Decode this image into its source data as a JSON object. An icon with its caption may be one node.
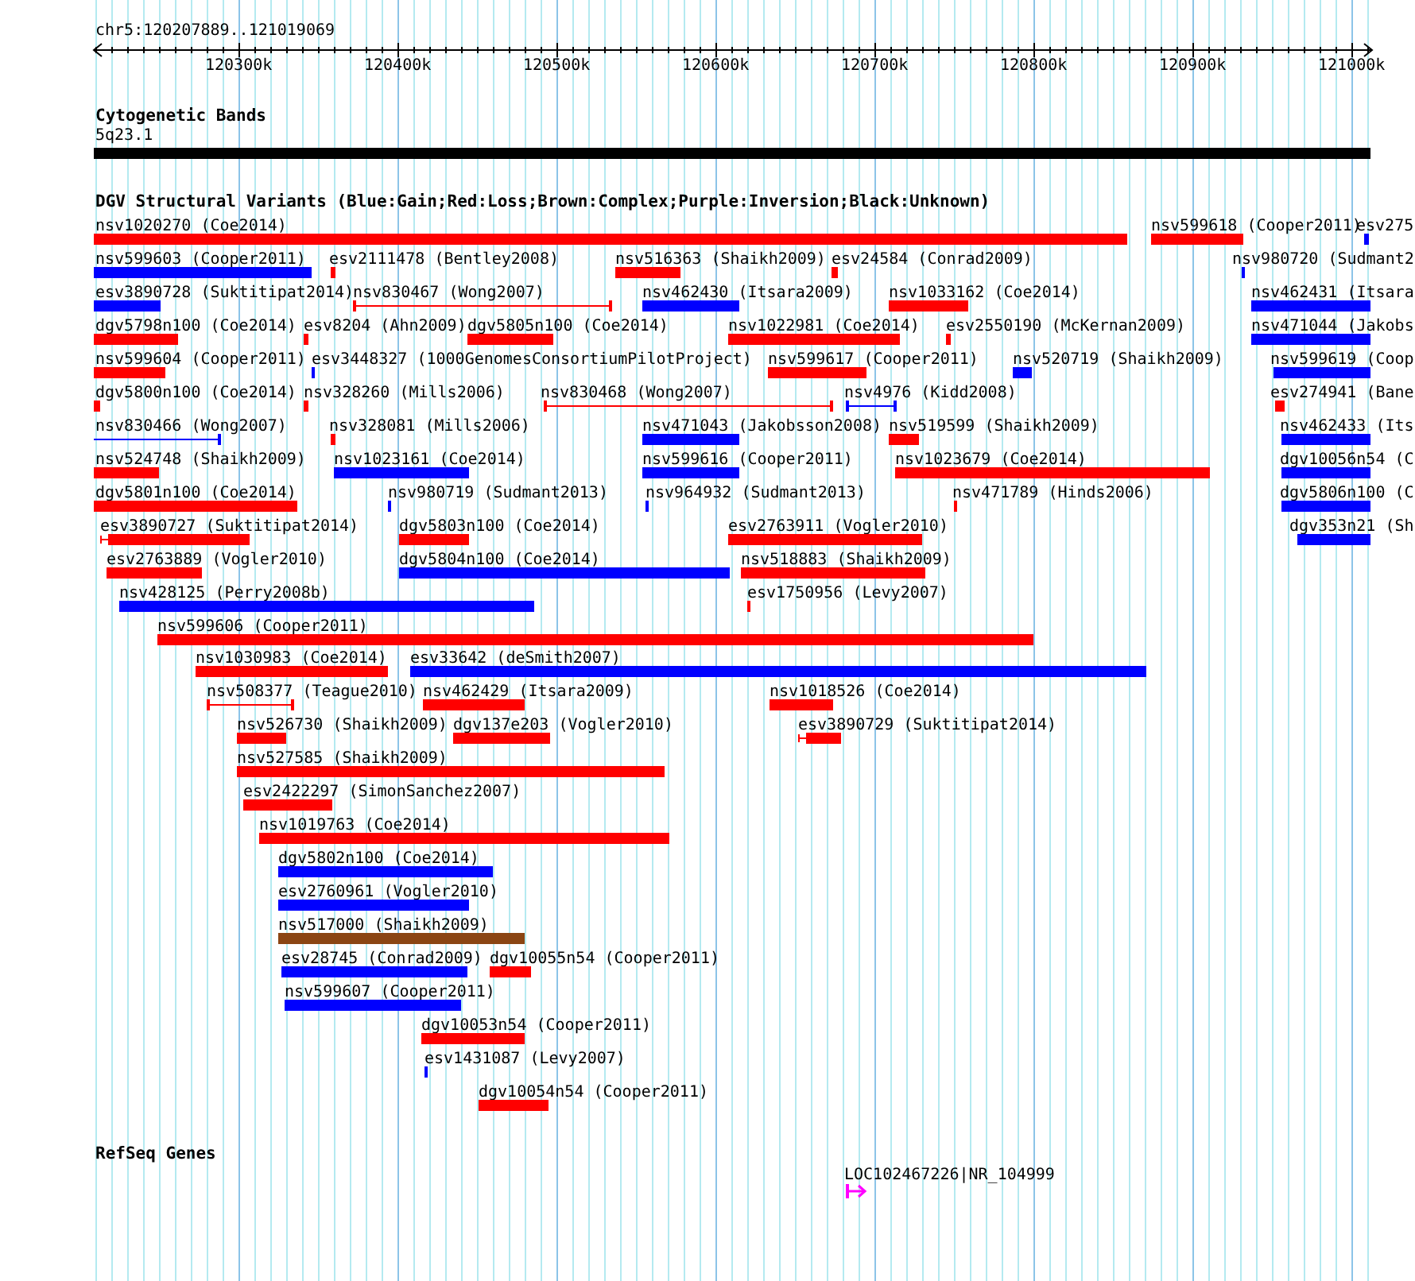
{
  "diagram": {
    "nodes": [
      {
        "text": [
          "5q23.1"
        ]
      },
      {
        "text": [
          "nsv1020270 (Coe2014)"
        ]
      },
      {
        "text": [
          "nsv599618 (Cooper2011)"
        ]
      },
      {
        "text": [
          "esv275"
        ]
      },
      {
        "text": [
          "nsv599603 (Cooper2011)"
        ]
      },
      {
        "text": [
          "esv2111478 (Bentley2008)"
        ]
      },
      {
        "text": [
          "nsv516363 (Shaikh2009)"
        ]
      },
      {
        "text": [
          "esv24584 (Conrad2009)"
        ]
      },
      {
        "text": [
          "nsv980720 (Sudmant2"
        ]
      },
      {
        "text": [
          "esv3890728 (Suktitipat2014)"
        ]
      },
      {
        "text": [
          "nsv830467 (Wong2007)"
        ]
      },
      {
        "text": [
          "nsv462430 (Itsara2009)"
        ]
      },
      {
        "text": [
          "nsv1033162 (Coe2014)"
        ]
      },
      {
        "text": [
          "nsv462431 (Itsara"
        ]
      },
      {
        "text": [
          "dgv5798n100 (Coe2014)"
        ]
      },
      {
        "text": [
          "esv8204 (Ahn2009)"
        ]
      },
      {
        "text": [
          "dgv5805n100 (Coe2014)"
        ]
      },
      {
        "text": [
          "nsv1022981 (Coe2014)"
        ]
      },
      {
        "text": [
          "esv2550190 (McKernan2009)"
        ]
      },
      {
        "text": [
          "nsv471044 (Jakobs"
        ]
      },
      {
        "text": [
          "nsv599604 (Cooper2011)"
        ]
      },
      {
        "text": [
          "esv3448327 (1000GenomesConsortiumPilotProject)"
        ]
      },
      {
        "text": [
          "nsv599617 (Cooper2011)"
        ]
      },
      {
        "text": [
          "nsv520719 (Shaikh2009)"
        ]
      },
      {
        "text": [
          "nsv599619 (Coop"
        ]
      },
      {
        "text": [
          "dgv5800n100 (Coe2014)"
        ]
      },
      {
        "text": [
          "nsv328260 (Mills2006)"
        ]
      },
      {
        "text": [
          "nsv830468 (Wong2007)"
        ]
      },
      {
        "text": [
          "nsv4976 (Kidd2008)"
        ]
      },
      {
        "text": [
          "esv274941 (Bane"
        ]
      },
      {
        "text": [
          "nsv830466 (Wong2007)"
        ]
      },
      {
        "text": [
          "nsv328081 (Mills2006)"
        ]
      },
      {
        "text": [
          "nsv471043 (Jakobsson2008)"
        ]
      },
      {
        "text": [
          "nsv519599 (Shaikh2009)"
        ]
      },
      {
        "text": [
          "nsv462433 (Its"
        ]
      },
      {
        "text": [
          "nsv524748 (Shaikh2009)"
        ]
      },
      {
        "text": [
          "nsv1023161 (Coe2014)"
        ]
      },
      {
        "text": [
          "nsv599616 (Cooper2011)"
        ]
      },
      {
        "text": [
          "nsv1023679 (Coe2014)"
        ]
      },
      {
        "text": [
          "dgv10056n54 (C"
        ]
      },
      {
        "text": [
          "dgv5801n100 (Coe2014)"
        ]
      },
      {
        "text": [
          "nsv980719 (Sudmant2013)"
        ]
      },
      {
        "text": [
          "nsv964932 (Sudmant2013)"
        ]
      },
      {
        "text": [
          "nsv471789 (Hinds2006)"
        ]
      },
      {
        "text": [
          "dgv5806n100 (C"
        ]
      },
      {
        "text": [
          "esv3890727 (Suktitipat2014)"
        ]
      },
      {
        "text": [
          "dgv5803n100 (Coe2014)"
        ]
      },
      {
        "text": [
          "esv2763911 (Vogler2010)"
        ]
      },
      {
        "text": [
          "dgv353n21 (Sh"
        ]
      },
      {
        "text": [
          "esv2763889 (Vogler2010)"
        ]
      },
      {
        "text": [
          "dgv5804n100 (Coe2014)"
        ]
      },
      {
        "text": [
          "nsv518883 (Shaikh2009)"
        ]
      },
      {
        "text": [
          "nsv428125 (Perry2008b)"
        ]
      },
      {
        "text": [
          "esv1750956 (Levy2007)"
        ]
      },
      {
        "text": [
          "nsv599606 (Cooper2011)"
        ]
      },
      {
        "text": [
          "nsv1030983 (Coe2014)"
        ]
      },
      {
        "text": [
          "esv33642 (deSmith2007)"
        ]
      },
      {
        "text": [
          "nsv508377 (Teague2010)"
        ]
      },
      {
        "text": [
          "nsv462429 (Itsara2009)"
        ]
      },
      {
        "text": [
          "nsv1018526 (Coe2014)"
        ]
      },
      {
        "text": [
          "nsv526730 (Shaikh2009)"
        ]
      },
      {
        "text": [
          "dgv137e203 (Vogler2010)"
        ]
      },
      {
        "text": [
          "esv3890729 (Suktitipat2014)"
        ]
      },
      {
        "text": [
          "nsv527585 (Shaikh2009)"
        ]
      },
      {
        "text": [
          "esv2422297 (SimonSanchez2007)"
        ]
      },
      {
        "text": [
          "nsv1019763 (Coe2014)"
        ]
      },
      {
        "text": [
          "dgv5802n100 (Coe2014)"
        ]
      },
      {
        "text": [
          "esv2760961 (Vogler2010)"
        ]
      },
      {
        "text": [
          "nsv517000 (Shaikh2009)"
        ]
      },
      {
        "text": [
          "esv28745 (Conrad2009)"
        ]
      },
      {
        "text": [
          "dgv10055n54 (Cooper2011)"
        ]
      },
      {
        "text": [
          "nsv599607 (Cooper2011)"
        ]
      },
      {
        "text": [
          "dgv10053n54 (Cooper2011)"
        ]
      },
      {
        "text": [
          "esv1431087 (Levy2007)"
        ]
      },
      {
        "text": [
          "dgv10054n54 (Cooper2011)"
        ]
      },
      {
        "text": [
          "LOC102467226|NR_104999"
        ]
      }
    ],
    "edges": [],
    "labels": [
      "chr5:120207889..121019069",
      "120300k",
      "120400k",
      "120500k",
      "120600k",
      "120700k",
      "120800k",
      "120900k",
      "121000k",
      "Cytogenetic Bands",
      "DGV Structural Variants (Blue:Gain;Red:Loss;Brown:Complex;Purple:Inversion;Black:Unknown)",
      "RefSeq Genes"
    ]
  }
}
